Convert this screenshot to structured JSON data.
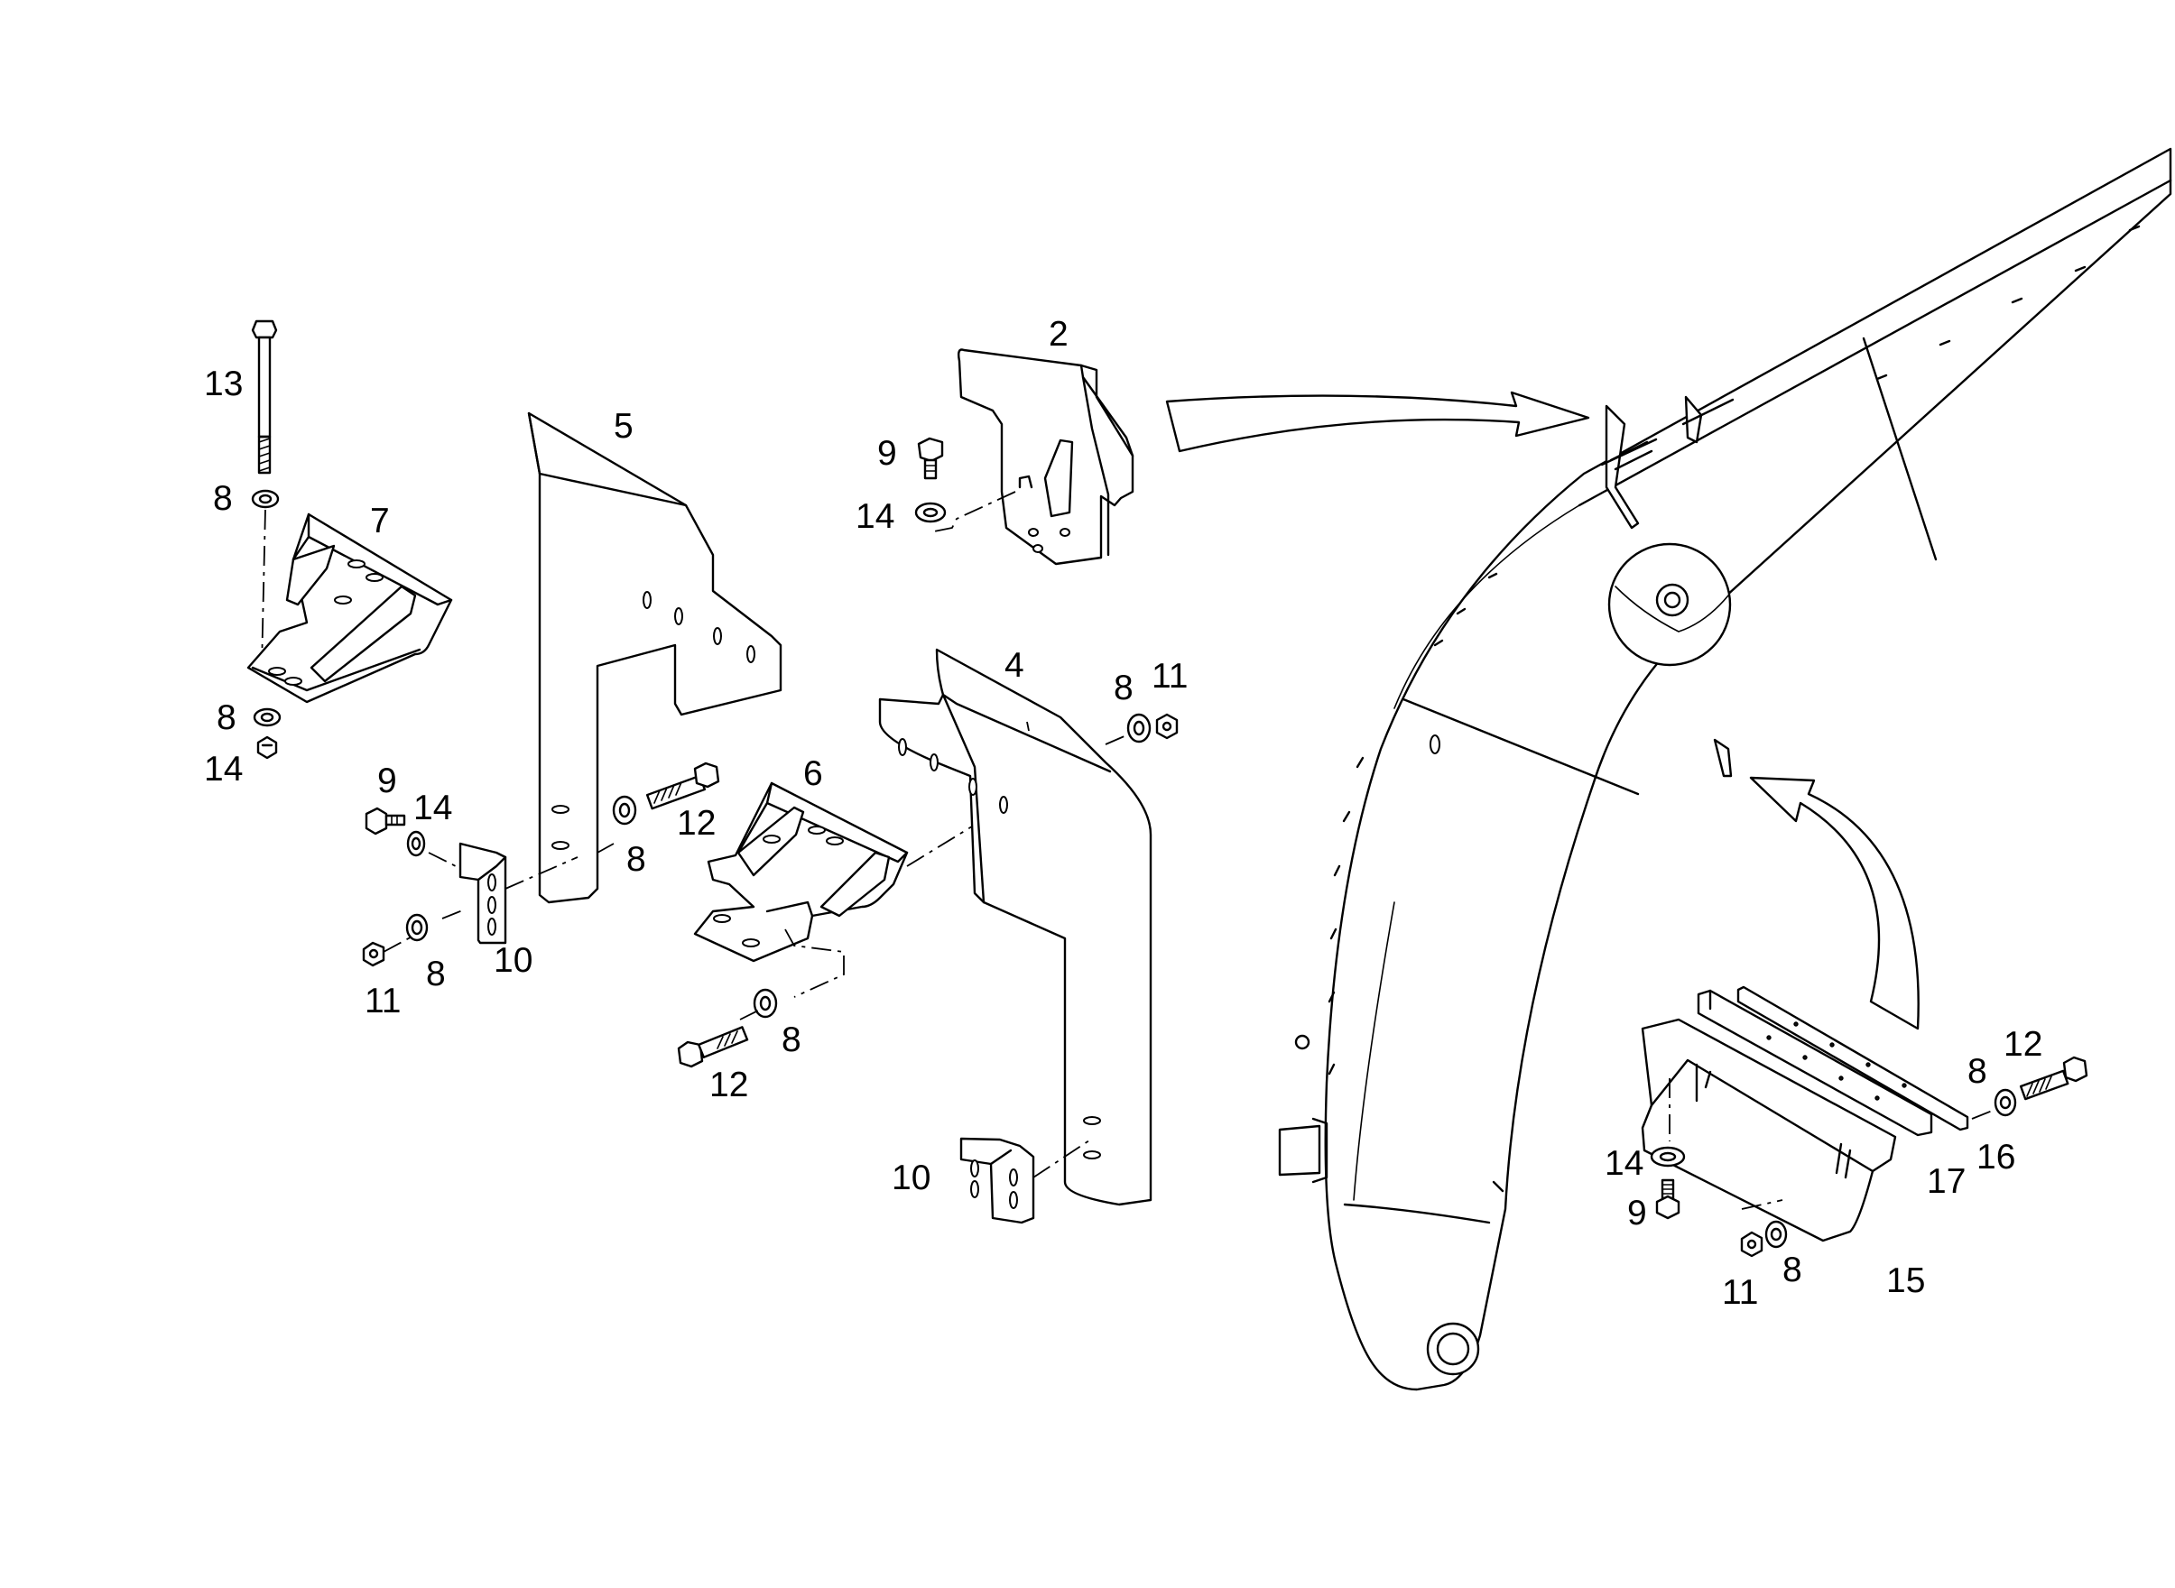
{
  "diagram": {
    "callouts": [
      {
        "id": "c13a",
        "text": "13"
      },
      {
        "id": "c8a",
        "text": "8"
      },
      {
        "id": "c7",
        "text": "7"
      },
      {
        "id": "c8b",
        "text": "8"
      },
      {
        "id": "c14a",
        "text": "14"
      },
      {
        "id": "c5",
        "text": "5"
      },
      {
        "id": "c9a",
        "text": "9"
      },
      {
        "id": "c14b",
        "text": "14"
      },
      {
        "id": "c11a",
        "text": "11"
      },
      {
        "id": "c8c",
        "text": "8"
      },
      {
        "id": "c10a",
        "text": "10"
      },
      {
        "id": "c8d",
        "text": "8"
      },
      {
        "id": "c12a",
        "text": "12"
      },
      {
        "id": "c2",
        "text": "2"
      },
      {
        "id": "c9b",
        "text": "9"
      },
      {
        "id": "c14c",
        "text": "14"
      },
      {
        "id": "c6",
        "text": "6"
      },
      {
        "id": "c4",
        "text": "4"
      },
      {
        "id": "c8e",
        "text": "8"
      },
      {
        "id": "c11b",
        "text": "11"
      },
      {
        "id": "c12b",
        "text": "12"
      },
      {
        "id": "c8f",
        "text": "8"
      },
      {
        "id": "c10b",
        "text": "10"
      },
      {
        "id": "c12c",
        "text": "12"
      },
      {
        "id": "c8g",
        "text": "8"
      },
      {
        "id": "c14d",
        "text": "14"
      },
      {
        "id": "c16",
        "text": "16"
      },
      {
        "id": "c17",
        "text": "17"
      },
      {
        "id": "c9c",
        "text": "9"
      },
      {
        "id": "c11c",
        "text": "11"
      },
      {
        "id": "c8h",
        "text": "8"
      },
      {
        "id": "c15",
        "text": "15"
      }
    ]
  }
}
